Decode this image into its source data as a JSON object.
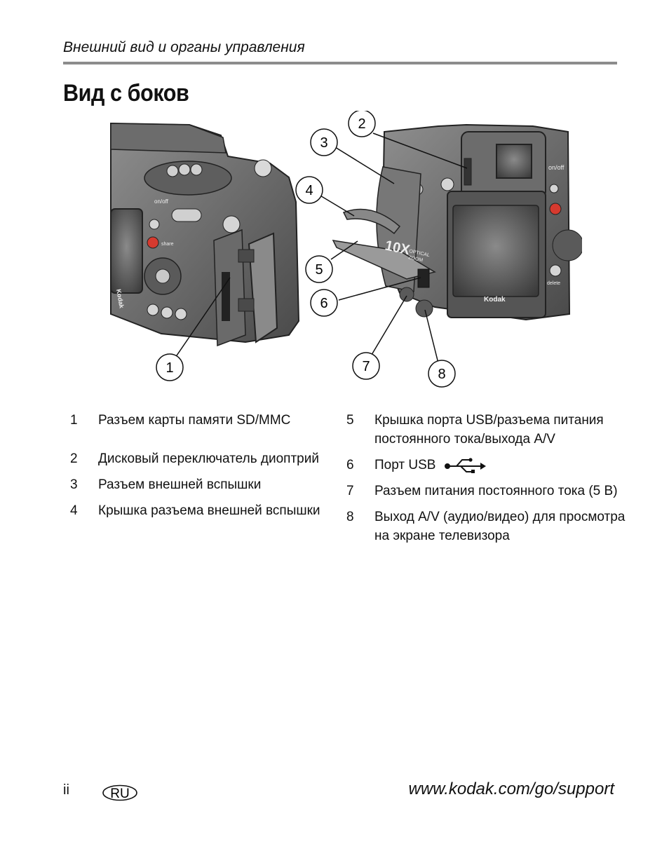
{
  "header": {
    "section_title": "Внешний вид и органы управления"
  },
  "page_title": "Вид с боков",
  "figure": {
    "callouts": [
      "1",
      "2",
      "3",
      "4",
      "5",
      "6",
      "7",
      "8"
    ],
    "printed_labels": {
      "on_off": "on/off",
      "share": "share",
      "zoom_badge": "10X",
      "optical": "OPTICAL",
      "zoom": "ZOOM",
      "brand": "Kodak",
      "delete": "delete"
    }
  },
  "legend": {
    "left": [
      {
        "num": "1",
        "text": "Разъем карты памяти SD/MMC"
      },
      {
        "num": "2",
        "text": "Дисковый переключатель диоптрий"
      },
      {
        "num": "3",
        "text": "Разъем внешней вспышки"
      },
      {
        "num": "4",
        "text": "Крышка разъема внешней вспышки"
      }
    ],
    "right": [
      {
        "num": "5",
        "text": "Крышка порта USB/разъема питания постоянного тока/выхода A/V"
      },
      {
        "num": "6",
        "text": "Порт USB"
      },
      {
        "num": "7",
        "text": "Разъем питания постоянного тока (5 В)"
      },
      {
        "num": "8",
        "text": "Выход A/V (аудио/видео) для просмотра на экране телевизора"
      }
    ]
  },
  "footer": {
    "page_number": "ii",
    "language_badge": "RU",
    "url": "www.kodak.com/go/support"
  }
}
